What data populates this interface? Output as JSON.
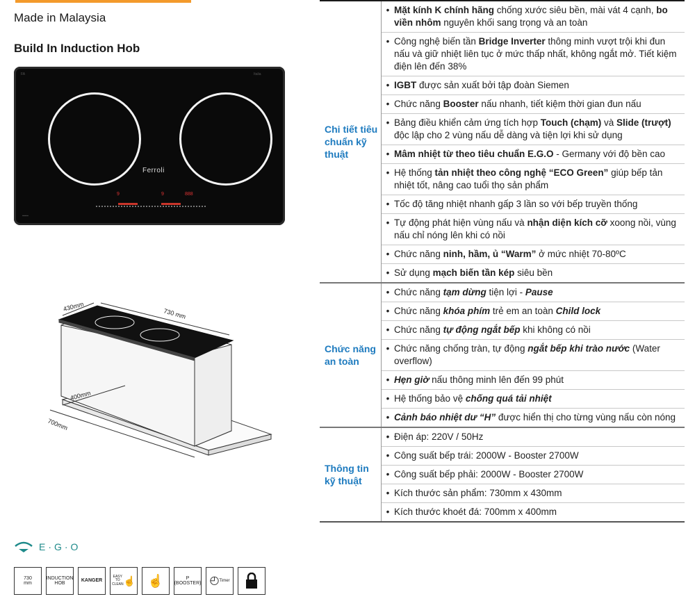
{
  "header": {
    "origin": "Made in Malaysia",
    "product_type": "Build In Induction Hob"
  },
  "photo": {
    "brand": "Ferroli",
    "top_left_mark": "FA",
    "top_right_mark": "Italia",
    "digits": [
      "9",
      "9",
      "888"
    ]
  },
  "diagram": {
    "dim_top_width": "430mm",
    "dim_top_length": "730 mm",
    "dim_cut_width": "400mm",
    "dim_cut_length": "700mm"
  },
  "ego": {
    "label": "E·G·O"
  },
  "feature_icons": [
    {
      "label": "730\nmm",
      "name": "size-icon"
    },
    {
      "label": "INDUCTION\nHOB",
      "name": "induction-hob-icon"
    },
    {
      "label": "KANGER",
      "name": "kanger-icon"
    },
    {
      "label": "EASY\nTO\nCLEAN",
      "name": "easy-clean-icon"
    },
    {
      "label": "",
      "name": "touch-slide-icon"
    },
    {
      "label": "P\n(BOOSTER)",
      "name": "booster-icon"
    },
    {
      "label": "Timer",
      "name": "timer-icon"
    },
    {
      "label": "",
      "name": "lock-icon"
    }
  ],
  "sections": [
    {
      "title": "Chi tiết tiêu chuẩn kỹ thuật",
      "rows": [
        [
          {
            "b": "Mặt kính K chính hãng"
          },
          {
            "t": " chống xước siêu bền, mài vát 4 cạnh, "
          },
          {
            "b": "bo viền nhôm"
          },
          {
            "t": " nguyên khối sang trọng và an toàn"
          }
        ],
        [
          {
            "t": "Công nghệ biến tần "
          },
          {
            "b": "Bridge Inverter"
          },
          {
            "t": " thông minh vượt trội khi đun nấu và giữ nhiệt liên tục ở mức thấp nhất, không ngắt mở. Tiết kiệm điện lên đến 38%"
          }
        ],
        [
          {
            "b": "IGBT"
          },
          {
            "t": " được sản xuất bởi tập đoàn Siemen"
          }
        ],
        [
          {
            "t": "Chức năng "
          },
          {
            "b": "Booster"
          },
          {
            "t": " nấu nhanh, tiết kiệm thời gian đun nấu"
          }
        ],
        [
          {
            "t": "Bảng điều khiển cảm ứng tích hợp "
          },
          {
            "b": "Touch (chạm)"
          },
          {
            "t": " và "
          },
          {
            "b": "Slide (trượt)"
          },
          {
            "t": " độc lập cho 2 vùng nấu dễ dàng và tiện lợi khi sử dụng"
          }
        ],
        [
          {
            "b": "Mâm nhiệt từ theo tiêu chuẩn E.G.O"
          },
          {
            "t": " - Germany với độ bền cao"
          }
        ],
        [
          {
            "t": "Hệ thống "
          },
          {
            "b": "tản nhiệt theo công nghệ “ECO Green”"
          },
          {
            "t": " giúp bếp tản nhiệt tốt, nâng cao tuổi thọ sản phẩm"
          }
        ],
        [
          {
            "t": "Tốc độ tăng nhiệt nhanh gấp 3 lần so với bếp truyền thống"
          }
        ],
        [
          {
            "t": "Tự động phát hiện vùng nấu và "
          },
          {
            "b": "nhận diện kích cỡ"
          },
          {
            "t": " xoong nồi, vùng nấu chỉ nóng lên khi có nồi"
          }
        ],
        [
          {
            "t": "Chức năng "
          },
          {
            "b": "ninh, hầm, ủ “Warm”"
          },
          {
            "t": " ở mức nhiệt 70-80ºC"
          }
        ],
        [
          {
            "t": "Sử dụng "
          },
          {
            "b": "mạch biến tần kép"
          },
          {
            "t": " siêu bền"
          }
        ]
      ]
    },
    {
      "title": "Chức năng an toàn",
      "rows": [
        [
          {
            "t": "Chức năng "
          },
          {
            "bi": "tạm dừng"
          },
          {
            "t": " tiện lợi - "
          },
          {
            "bi": "Pause"
          }
        ],
        [
          {
            "t": "Chức năng "
          },
          {
            "bi": "khóa phím"
          },
          {
            "t": " trẻ em an toàn "
          },
          {
            "bi": "Child lock"
          }
        ],
        [
          {
            "t": "Chức năng "
          },
          {
            "bi": "tự động ngắt bếp"
          },
          {
            "t": " khi không có nồi"
          }
        ],
        [
          {
            "t": "Chức năng chống tràn, tự động "
          },
          {
            "bi": "ngắt bếp khi trào nước"
          },
          {
            "t": " (Water overflow)"
          }
        ],
        [
          {
            "bi": "Hẹn giờ"
          },
          {
            "t": " nấu thông minh lên đến 99 phút"
          }
        ],
        [
          {
            "t": "Hệ thống bảo vệ "
          },
          {
            "bi": "chống quá tải nhiệt"
          }
        ],
        [
          {
            "bi": "Cảnh báo nhiệt dư “H”"
          },
          {
            "t": " được hiển thị cho từng vùng nấu còn nóng"
          }
        ]
      ]
    },
    {
      "title": "Thông tin kỹ thuật",
      "rows": [
        [
          {
            "t": "Điện áp: 220V / 50Hz"
          }
        ],
        [
          {
            "t": "Công suất bếp trái: 2000W - Booster 2700W"
          }
        ],
        [
          {
            "t": "Công suất bếp phải: 2000W - Booster 2700W"
          }
        ],
        [
          {
            "t": "Kích thước sản phẩm: 730mm x 430mm"
          }
        ],
        [
          {
            "t": "Kích thước khoét đá: 700mm x 400mm"
          }
        ]
      ]
    }
  ]
}
